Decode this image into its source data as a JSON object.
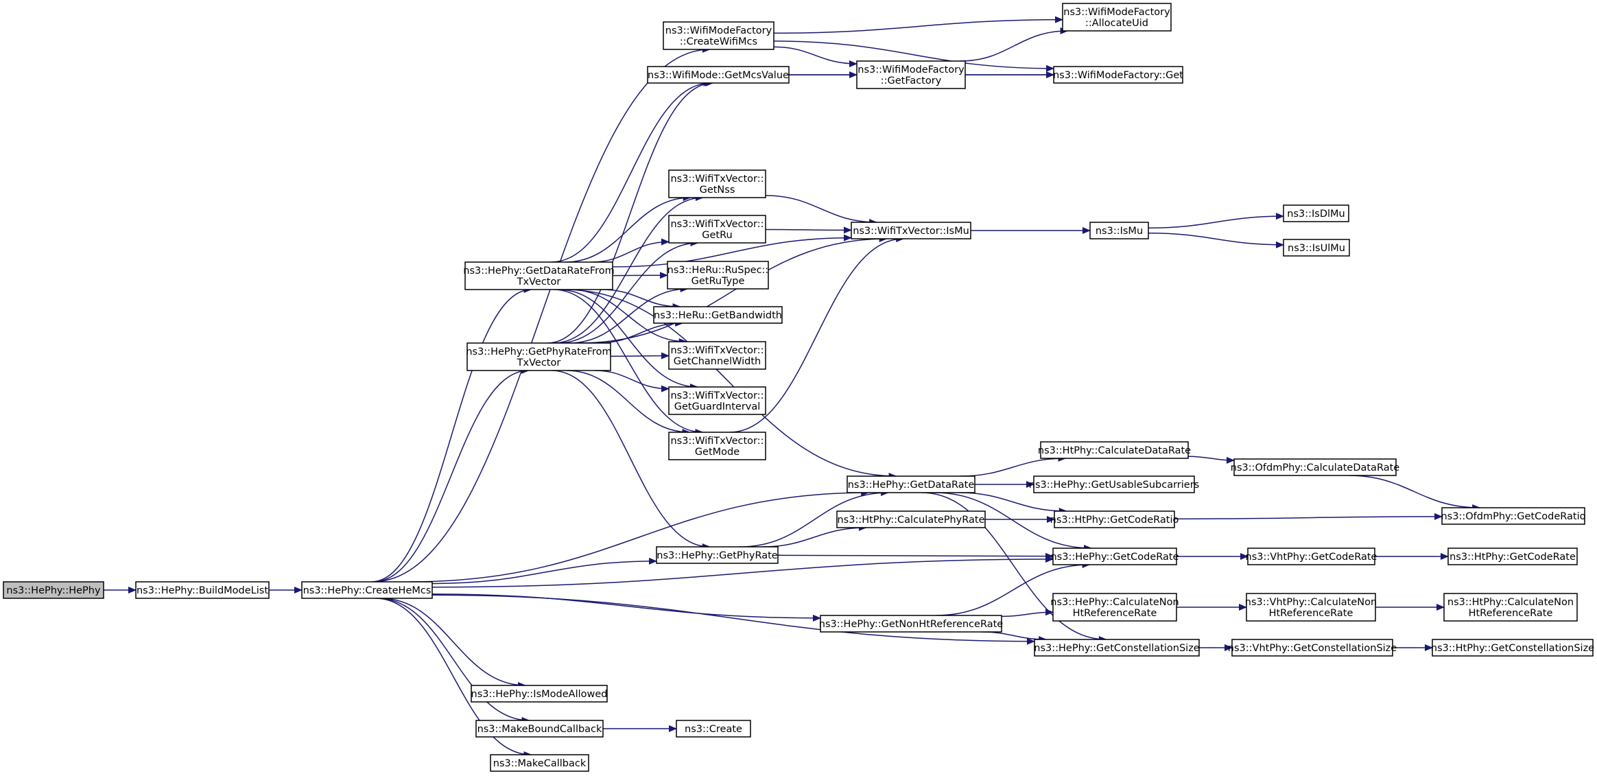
{
  "graph": {
    "edge_color": "#191970",
    "root_fill": "#bfbfbf",
    "nodes": [
      {
        "id": "hephy",
        "lines": [
          "ns3::HePhy::HePhy"
        ],
        "root": true
      },
      {
        "id": "buildmodelist",
        "lines": [
          "ns3::HePhy::BuildModeList"
        ]
      },
      {
        "id": "createhemcs",
        "lines": [
          "ns3::HePhy::CreateHeMcs"
        ]
      },
      {
        "id": "createwifimcs",
        "lines": [
          "ns3::WifiModeFactory",
          "::CreateWifiMcs"
        ]
      },
      {
        "id": "getmcsvalue",
        "lines": [
          "ns3::WifiMode::GetMcsValue"
        ]
      },
      {
        "id": "allocateuid",
        "lines": [
          "ns3::WifiModeFactory",
          "::AllocateUid"
        ]
      },
      {
        "id": "getfactory",
        "lines": [
          "ns3::WifiModeFactory",
          "::GetFactory"
        ]
      },
      {
        "id": "wmfget",
        "lines": [
          "ns3::WifiModeFactory::Get"
        ]
      },
      {
        "id": "getdataratefromtx",
        "lines": [
          "ns3::HePhy::GetDataRateFrom",
          "TxVector"
        ]
      },
      {
        "id": "getphyratefromtx",
        "lines": [
          "ns3::HePhy::GetPhyRateFrom",
          "TxVector"
        ]
      },
      {
        "id": "getnss",
        "lines": [
          "ns3::WifiTxVector::",
          "GetNss"
        ]
      },
      {
        "id": "getru",
        "lines": [
          "ns3::WifiTxVector::",
          "GetRu"
        ]
      },
      {
        "id": "getrutype",
        "lines": [
          "ns3::HeRu::RuSpec::",
          "GetRuType"
        ]
      },
      {
        "id": "getbandwidth",
        "lines": [
          "ns3::HeRu::GetBandwidth"
        ]
      },
      {
        "id": "getchannelwidth",
        "lines": [
          "ns3::WifiTxVector::",
          "GetChannelWidth"
        ]
      },
      {
        "id": "getguardinterval",
        "lines": [
          "ns3::WifiTxVector::",
          "GetGuardInterval"
        ]
      },
      {
        "id": "getmode",
        "lines": [
          "ns3::WifiTxVector::",
          "GetMode"
        ]
      },
      {
        "id": "txismu",
        "lines": [
          "ns3::WifiTxVector::IsMu"
        ]
      },
      {
        "id": "ismu",
        "lines": [
          "ns3::IsMu"
        ]
      },
      {
        "id": "isdlmu",
        "lines": [
          "ns3::IsDlMu"
        ]
      },
      {
        "id": "isulmu",
        "lines": [
          "ns3::IsUlMu"
        ]
      },
      {
        "id": "getdatarate",
        "lines": [
          "ns3::HePhy::GetDataRate"
        ]
      },
      {
        "id": "htcalcdatarate",
        "lines": [
          "ns3::HtPhy::CalculateDataRate"
        ]
      },
      {
        "id": "ofdmcalcdatarate",
        "lines": [
          "ns3::OfdmPhy::CalculateDataRate"
        ]
      },
      {
        "id": "getusablesubcarriers",
        "lines": [
          "ns3::HePhy::GetUsableSubcarriers"
        ]
      },
      {
        "id": "htgetcoderatio",
        "lines": [
          "ns3::HtPhy::GetCodeRatio"
        ]
      },
      {
        "id": "ofdmgetcoderatio",
        "lines": [
          "ns3::OfdmPhy::GetCodeRatio"
        ]
      },
      {
        "id": "htcalcphyrate",
        "lines": [
          "ns3::HtPhy::CalculatePhyRate"
        ]
      },
      {
        "id": "getphyrate",
        "lines": [
          "ns3::HePhy::GetPhyRate"
        ]
      },
      {
        "id": "hegetcoderate",
        "lines": [
          "ns3::HePhy::GetCodeRate"
        ]
      },
      {
        "id": "vhtgetcoderate",
        "lines": [
          "ns3::VhtPhy::GetCodeRate"
        ]
      },
      {
        "id": "htgetcoderate",
        "lines": [
          "ns3::HtPhy::GetCodeRate"
        ]
      },
      {
        "id": "getnonhtrefrate",
        "lines": [
          "ns3::HePhy::GetNonHtReferenceRate"
        ]
      },
      {
        "id": "hecalcnonht",
        "lines": [
          "ns3::HePhy::CalculateNon",
          "HtReferenceRate"
        ]
      },
      {
        "id": "vhtcalcnonht",
        "lines": [
          "ns3::VhtPhy::CalculateNon",
          "HtReferenceRate"
        ]
      },
      {
        "id": "htcalcnonht",
        "lines": [
          "ns3::HtPhy::CalculateNon",
          "HtReferenceRate"
        ]
      },
      {
        "id": "hegetconst",
        "lines": [
          "ns3::HePhy::GetConstellationSize"
        ]
      },
      {
        "id": "vhtgetconst",
        "lines": [
          "ns3::VhtPhy::GetConstellationSize"
        ]
      },
      {
        "id": "htgetconst",
        "lines": [
          "ns3::HtPhy::GetConstellationSize"
        ]
      },
      {
        "id": "ismodeallowed",
        "lines": [
          "ns3::HePhy::IsModeAllowed"
        ]
      },
      {
        "id": "makeboundcallback",
        "lines": [
          "ns3::MakeBoundCallback"
        ]
      },
      {
        "id": "create",
        "lines": [
          "ns3::Create"
        ]
      },
      {
        "id": "makecallback",
        "lines": [
          "ns3::MakeCallback"
        ]
      }
    ],
    "edges": [
      [
        "hephy",
        "buildmodelist"
      ],
      [
        "buildmodelist",
        "createhemcs"
      ],
      [
        "createhemcs",
        "createwifimcs"
      ],
      [
        "createhemcs",
        "getdataratefromtx"
      ],
      [
        "createhemcs",
        "getphyratefromtx"
      ],
      [
        "createhemcs",
        "getdatarate"
      ],
      [
        "createhemcs",
        "getphyrate"
      ],
      [
        "createhemcs",
        "hegetcoderate"
      ],
      [
        "createhemcs",
        "getnonhtrefrate"
      ],
      [
        "createhemcs",
        "hegetconst"
      ],
      [
        "createhemcs",
        "ismodeallowed"
      ],
      [
        "createhemcs",
        "makeboundcallback"
      ],
      [
        "createhemcs",
        "makecallback"
      ],
      [
        "createwifimcs",
        "allocateuid"
      ],
      [
        "createwifimcs",
        "getfactory"
      ],
      [
        "createwifimcs",
        "wmfget"
      ],
      [
        "getmcsvalue",
        "getfactory"
      ],
      [
        "getmcsvalue",
        "wmfget"
      ],
      [
        "getfactory",
        "allocateuid"
      ],
      [
        "getfactory",
        "wmfget"
      ],
      [
        "getdataratefromtx",
        "getmcsvalue"
      ],
      [
        "getdataratefromtx",
        "getnss"
      ],
      [
        "getdataratefromtx",
        "getru"
      ],
      [
        "getdataratefromtx",
        "getrutype"
      ],
      [
        "getdataratefromtx",
        "getbandwidth"
      ],
      [
        "getdataratefromtx",
        "getchannelwidth"
      ],
      [
        "getdataratefromtx",
        "getguardinterval"
      ],
      [
        "getdataratefromtx",
        "getmode"
      ],
      [
        "getdataratefromtx",
        "txismu"
      ],
      [
        "getdataratefromtx",
        "getdatarate"
      ],
      [
        "getphyratefromtx",
        "getmcsvalue"
      ],
      [
        "getphyratefromtx",
        "getnss"
      ],
      [
        "getphyratefromtx",
        "getru"
      ],
      [
        "getphyratefromtx",
        "getrutype"
      ],
      [
        "getphyratefromtx",
        "getbandwidth"
      ],
      [
        "getphyratefromtx",
        "getchannelwidth"
      ],
      [
        "getphyratefromtx",
        "getguardinterval"
      ],
      [
        "getphyratefromtx",
        "getmode"
      ],
      [
        "getphyratefromtx",
        "txismu"
      ],
      [
        "getphyratefromtx",
        "getphyrate"
      ],
      [
        "getnss",
        "txismu"
      ],
      [
        "getru",
        "txismu"
      ],
      [
        "getmode",
        "txismu"
      ],
      [
        "txismu",
        "ismu"
      ],
      [
        "ismu",
        "isdlmu"
      ],
      [
        "ismu",
        "isulmu"
      ],
      [
        "getdatarate",
        "htcalcdatarate"
      ],
      [
        "getdatarate",
        "getusablesubcarriers"
      ],
      [
        "getdatarate",
        "htgetcoderatio"
      ],
      [
        "getdatarate",
        "hegetcoderate"
      ],
      [
        "getdatarate",
        "hegetconst"
      ],
      [
        "htcalcdatarate",
        "ofdmcalcdatarate"
      ],
      [
        "ofdmcalcdatarate",
        "ofdmgetcoderatio"
      ],
      [
        "htgetcoderatio",
        "ofdmgetcoderatio"
      ],
      [
        "getphyrate",
        "getdatarate"
      ],
      [
        "getphyrate",
        "htcalcphyrate"
      ],
      [
        "getphyrate",
        "hegetcoderate"
      ],
      [
        "htcalcphyrate",
        "htgetcoderatio"
      ],
      [
        "hegetcoderate",
        "vhtgetcoderate"
      ],
      [
        "vhtgetcoderate",
        "htgetcoderate"
      ],
      [
        "getnonhtrefrate",
        "hecalcnonht"
      ],
      [
        "getnonhtrefrate",
        "hegetcoderate"
      ],
      [
        "getnonhtrefrate",
        "hegetconst"
      ],
      [
        "hecalcnonht",
        "vhtcalcnonht"
      ],
      [
        "vhtcalcnonht",
        "htcalcnonht"
      ],
      [
        "hegetconst",
        "vhtgetconst"
      ],
      [
        "vhtgetconst",
        "htgetconst"
      ],
      [
        "makeboundcallback",
        "create"
      ]
    ]
  }
}
